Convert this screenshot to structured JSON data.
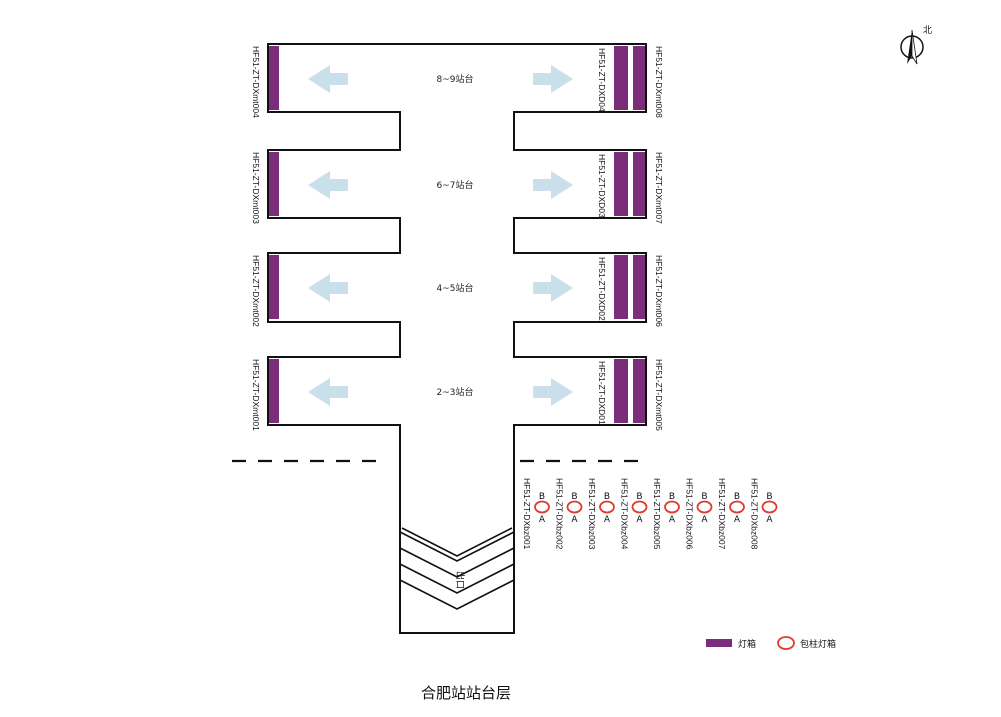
{
  "title": "合肥站站台层",
  "north_label": "北",
  "exit_label": "出口",
  "colors": {
    "lightbox": "#7b2d7a",
    "pillar": "#e03a2f",
    "arrow": "#c9dfea",
    "outline": "#111111"
  },
  "platforms": [
    {
      "name": "8~9站台",
      "left_code": "HF51-ZT-DXmt004",
      "inner_code": "HF51-ZT-DXD04",
      "right_code": "HF51-ZT-DXmt008"
    },
    {
      "name": "6~7站台",
      "left_code": "HF51-ZT-DXmt003",
      "inner_code": "HF51-ZT-DXD03",
      "right_code": "HF51-ZT-DXmt007"
    },
    {
      "name": "4~5站台",
      "left_code": "HF51-ZT-DXmt002",
      "inner_code": "HF51-ZT-DXD02",
      "right_code": "HF51-ZT-DXmt006"
    },
    {
      "name": "2~3站台",
      "left_code": "HF51-ZT-DXmt001",
      "inner_code": "HF51-ZT-DXD01",
      "right_code": "HF51-ZT-DXmt005"
    }
  ],
  "pillars": [
    {
      "code": "HF51-ZT-DXbz001",
      "top": "B",
      "bottom": "A"
    },
    {
      "code": "HF51-ZT-DXbz002",
      "top": "B",
      "bottom": "A"
    },
    {
      "code": "HF51-ZT-DXbz003",
      "top": "B",
      "bottom": "A"
    },
    {
      "code": "HF51-ZT-DXbz004",
      "top": "B",
      "bottom": "A"
    },
    {
      "code": "HF51-ZT-DXbz005",
      "top": "B",
      "bottom": "A"
    },
    {
      "code": "HF51-ZT-DXbz006",
      "top": "B",
      "bottom": "A"
    },
    {
      "code": "HF51-ZT-DXbz007",
      "top": "B",
      "bottom": "A"
    },
    {
      "code": "HF51-ZT-DXbz008",
      "top": "B",
      "bottom": "A"
    }
  ],
  "legend": {
    "lightbox": "灯箱",
    "pillar": "包柱灯箱"
  }
}
